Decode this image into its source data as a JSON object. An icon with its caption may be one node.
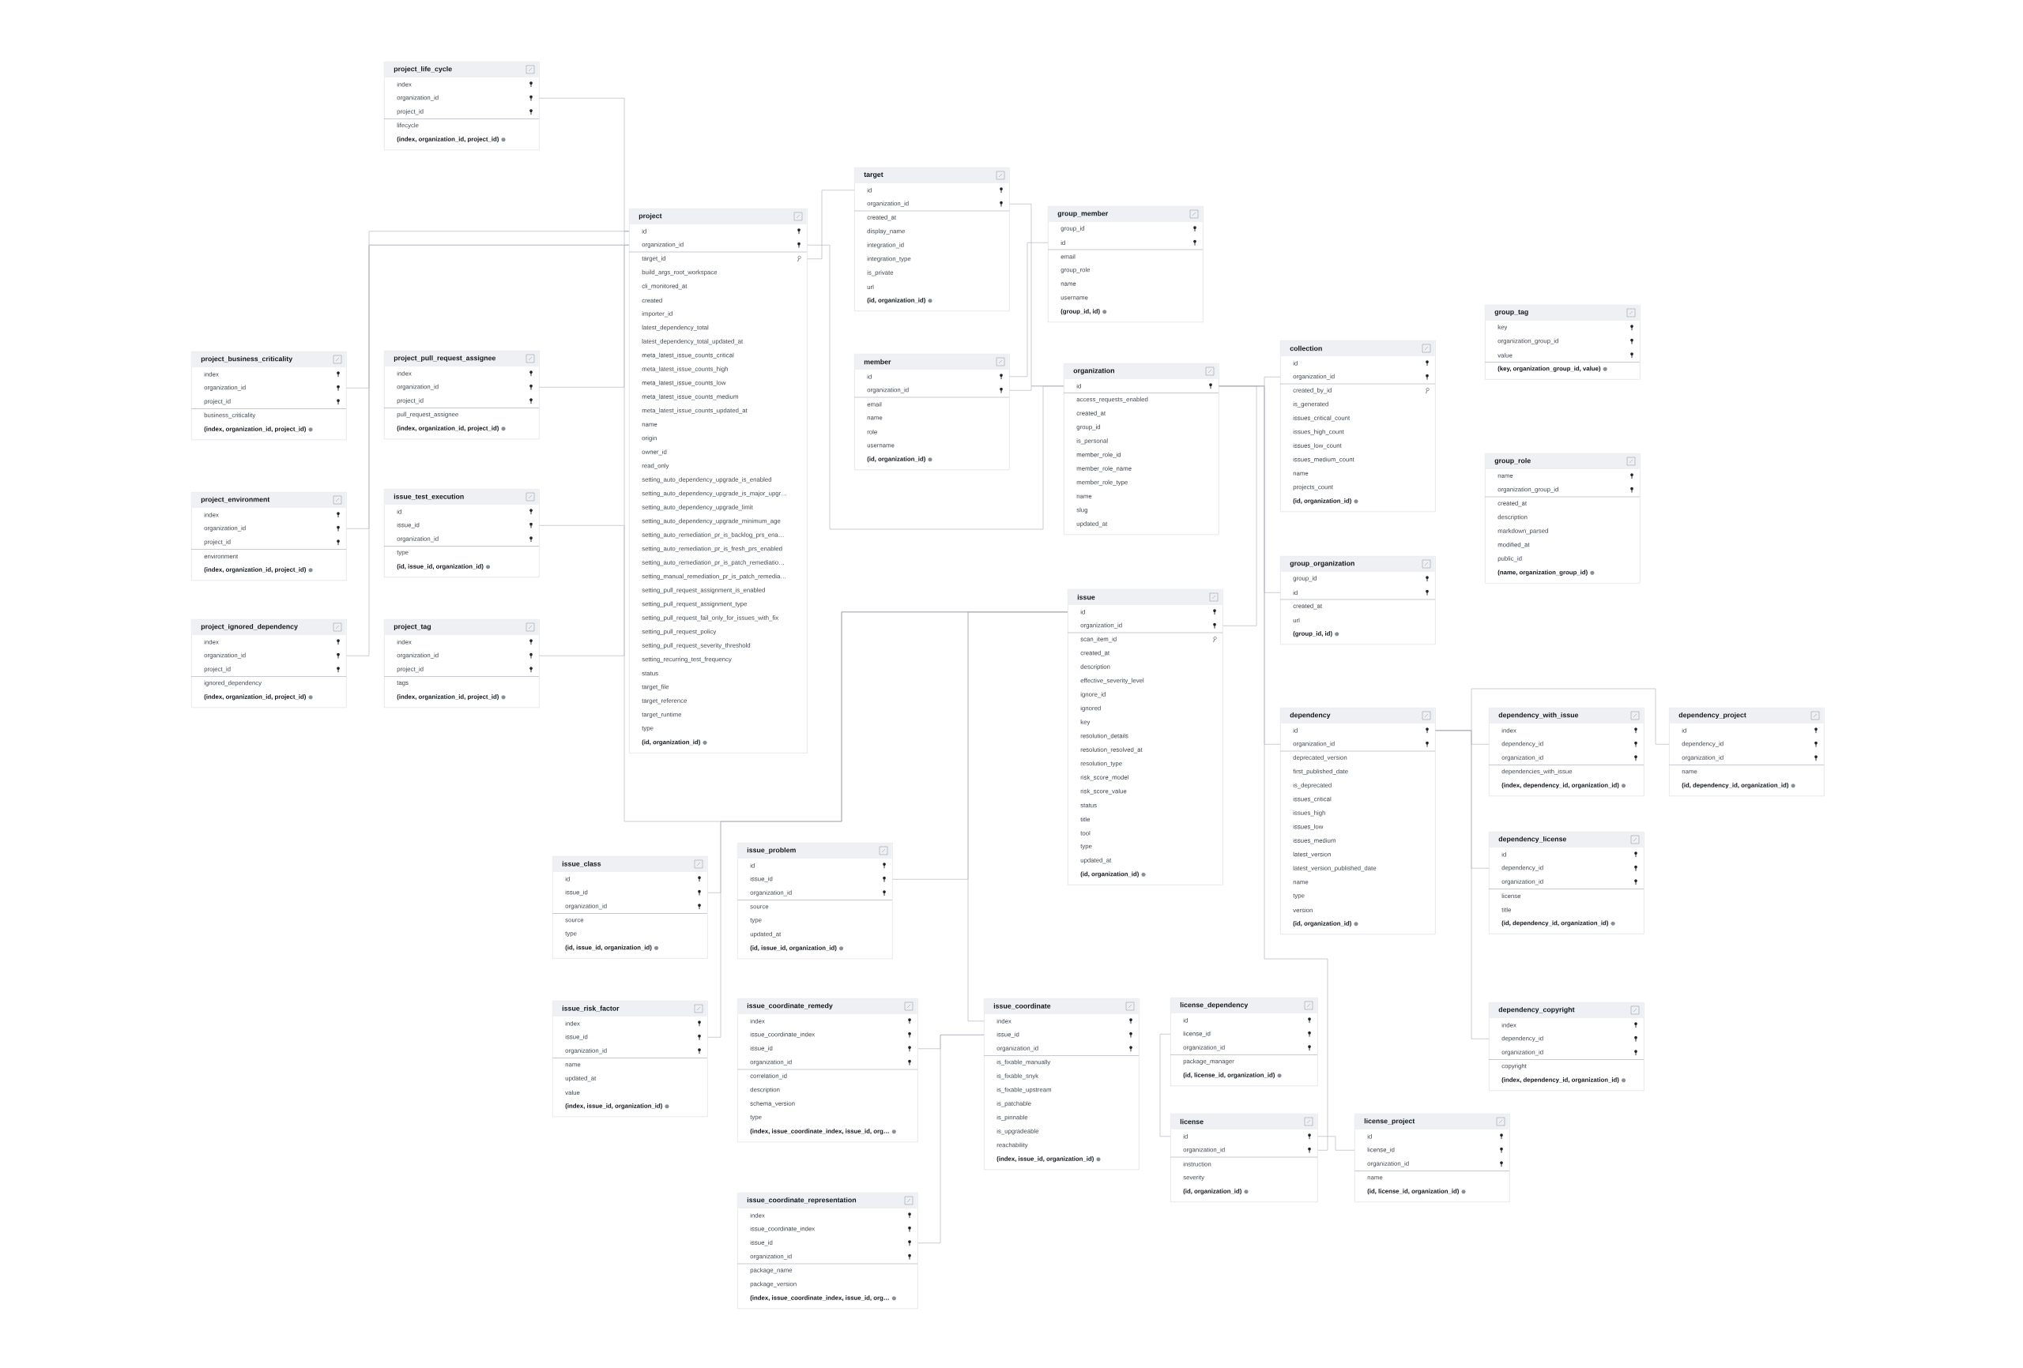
{
  "diagram": {
    "nodes": [
      {
        "text": [
          "project_life_cycle",
          "index",
          "organization_id",
          "project_id",
          "lifecycle",
          "(index, organization_id, project_id)"
        ]
      },
      {
        "text": [
          "target",
          "id",
          "organization_id",
          "created_at",
          "display_name",
          "integration_id",
          "integration_type",
          "is_private",
          "url",
          "(id, organization_id)"
        ]
      },
      {
        "text": [
          "group_member",
          "group_id",
          "id",
          "email",
          "group_role",
          "name",
          "username",
          "(group_id, id)"
        ]
      },
      {
        "text": [
          "project",
          "id",
          "organization_id",
          "target_id",
          "build_args_root_workspace",
          "cli_monitored_at",
          "created",
          "importer_id",
          "latest_dependency_total",
          "latest_dependency_total_updated_at",
          "meta_latest_issue_counts_critical",
          "meta_latest_issue_counts_high",
          "meta_latest_issue_counts_low",
          "meta_latest_issue_counts_medium",
          "meta_latest_issue_counts_updated_at",
          "name",
          "origin",
          "owner_id",
          "read_only",
          "setting_auto_dependency_upgrade_is_enabled",
          "setting_auto_dependency_upgrade_is_major_upgr…",
          "setting_auto_dependency_upgrade_limit",
          "setting_auto_dependency_upgrade_minimum_age",
          "setting_auto_remediation_pr_is_backlog_prs_ena…",
          "setting_auto_remediation_pr_is_fresh_prs_enabled",
          "setting_auto_remediation_pr_is_patch_remediatio…",
          "setting_manual_remediation_pr_is_patch_remedia…",
          "setting_pull_request_assignment_is_enabled",
          "setting_pull_request_assignment_type",
          "setting_pull_request_fail_only_for_issues_with_fix",
          "setting_pull_request_policy",
          "setting_pull_request_severity_threshold",
          "setting_recurring_test_frequency",
          "status",
          "target_file",
          "target_reference",
          "target_runtime",
          "type",
          "(id, organization_id)"
        ]
      },
      {
        "text": [
          "group_tag",
          "key",
          "organization_group_id",
          "value",
          "(key, organization_group_id, value)"
        ]
      },
      {
        "text": [
          "collection",
          "id",
          "organization_id",
          "created_by_id",
          "is_generated",
          "issues_critical_count",
          "issues_high_count",
          "issues_low_count",
          "issues_medium_count",
          "name",
          "projects_count",
          "(id, organization_id)"
        ]
      },
      {
        "text": [
          "project_pull_request_assignee",
          "index",
          "organization_id",
          "project_id",
          "pull_request_assignee",
          "(index, organization_id, project_id)"
        ]
      },
      {
        "text": [
          "project_business_criticality",
          "index",
          "organization_id",
          "project_id",
          "business_criticality",
          "(index, organization_id, project_id)"
        ]
      },
      {
        "text": [
          "member",
          "id",
          "organization_id",
          "email",
          "name",
          "role",
          "username",
          "(id, organization_id)"
        ]
      },
      {
        "text": [
          "organization",
          "id",
          "access_requests_enabled",
          "created_at",
          "group_id",
          "is_personal",
          "member_role_id",
          "member_role_name",
          "member_role_type",
          "name",
          "slug",
          "updated_at"
        ]
      },
      {
        "text": [
          "group_role",
          "name",
          "organization_group_id",
          "created_at",
          "description",
          "markdown_parsed",
          "modified_at",
          "public_id",
          "(name, organization_group_id)"
        ]
      },
      {
        "text": [
          "issue_test_execution",
          "id",
          "issue_id",
          "organization_id",
          "type",
          "(id, issue_id, organization_id)"
        ]
      },
      {
        "text": [
          "project_environment",
          "index",
          "organization_id",
          "project_id",
          "environment",
          "(index, organization_id, project_id)"
        ]
      },
      {
        "text": [
          "group_organization",
          "group_id",
          "id",
          "created_at",
          "url",
          "(group_id, id)"
        ]
      },
      {
        "text": [
          "issue",
          "id",
          "organization_id",
          "scan_item_id",
          "created_at",
          "description",
          "effective_severity_level",
          "ignore_id",
          "ignored",
          "key",
          "resolution_details",
          "resolution_resolved_at",
          "resolution_type",
          "risk_score_model",
          "risk_score_value",
          "status",
          "title",
          "tool",
          "type",
          "updated_at",
          "(id, organization_id)"
        ]
      },
      {
        "text": [
          "project_ignored_dependency",
          "index",
          "organization_id",
          "project_id",
          "ignored_dependency",
          "(index, organization_id, project_id)"
        ]
      },
      {
        "text": [
          "project_tag",
          "index",
          "organization_id",
          "project_id",
          "tags",
          "(index, organization_id, project_id)"
        ]
      },
      {
        "text": [
          "dependency",
          "id",
          "organization_id",
          "deprecated_version",
          "first_published_date",
          "is_deprecated",
          "issues_critical",
          "issues_high",
          "issues_low",
          "issues_medium",
          "latest_version",
          "latest_version_published_date",
          "name",
          "type",
          "version",
          "(id, organization_id)"
        ]
      },
      {
        "text": [
          "dependency_with_issue",
          "index",
          "dependency_id",
          "organization_id",
          "dependencies_with_issue",
          "(index, dependency_id, organization_id)"
        ]
      },
      {
        "text": [
          "dependency_project",
          "id",
          "dependency_id",
          "organization_id",
          "name",
          "(id, dependency_id, organization_id)"
        ]
      },
      {
        "text": [
          "dependency_license",
          "id",
          "dependency_id",
          "organization_id",
          "license",
          "title",
          "(id, dependency_id, organization_id)"
        ]
      },
      {
        "text": [
          "issue_problem",
          "id",
          "issue_id",
          "organization_id",
          "source",
          "type",
          "updated_at",
          "(id, issue_id, organization_id)"
        ]
      },
      {
        "text": [
          "issue_class",
          "id",
          "issue_id",
          "organization_id",
          "source",
          "type",
          "(id, issue_id, organization_id)"
        ]
      },
      {
        "text": [
          "issue_coordinate_remedy",
          "index",
          "issue_coordinate_index",
          "issue_id",
          "organization_id",
          "correlation_id",
          "description",
          "schema_version",
          "type",
          "(index, issue_coordinate_index, issue_id, org…"
        ]
      },
      {
        "text": [
          "issue_coordinate",
          "index",
          "issue_id",
          "organization_id",
          "is_fixable_manually",
          "is_fixable_snyk",
          "is_fixable_upstream",
          "is_patchable",
          "is_pinnable",
          "is_upgradeable",
          "reachability",
          "(index, issue_id, organization_id)"
        ]
      },
      {
        "text": [
          "issue_risk_factor",
          "index",
          "issue_id",
          "organization_id",
          "name",
          "updated_at",
          "value",
          "(index, issue_id, organization_id)"
        ]
      },
      {
        "text": [
          "license_dependency",
          "id",
          "license_id",
          "organization_id",
          "package_manager",
          "(id, license_id, organization_id)"
        ]
      },
      {
        "text": [
          "dependency_copyright",
          "index",
          "dependency_id",
          "organization_id",
          "copyright",
          "(index, dependency_id, organization_id)"
        ]
      },
      {
        "text": [
          "license",
          "id",
          "organization_id",
          "instruction",
          "severity",
          "(id, organization_id)"
        ]
      },
      {
        "text": [
          "license_project",
          "id",
          "license_id",
          "organization_id",
          "name",
          "(id, license_id, organization_id)"
        ]
      },
      {
        "text": [
          "issue_coordinate_representation",
          "index",
          "issue_coordinate_index",
          "issue_id",
          "organization_id",
          "package_name",
          "package_version",
          "(index, issue_coordinate_index, issue_id, org…"
        ]
      }
    ],
    "edges": [
      {
        "from": 0,
        "to": 3,
        "arrow": "none"
      },
      {
        "from": 7,
        "to": 3,
        "arrow": "none"
      },
      {
        "from": 6,
        "to": 3,
        "arrow": "none"
      },
      {
        "from": 12,
        "to": 3,
        "arrow": "none"
      },
      {
        "from": 15,
        "to": 3,
        "arrow": "none"
      },
      {
        "from": 16,
        "to": 3,
        "arrow": "none"
      },
      {
        "from": 11,
        "to": 14,
        "arrow": "none"
      },
      {
        "from": 3,
        "to": 1,
        "arrow": "none"
      },
      {
        "from": 3,
        "to": 9,
        "arrow": "none"
      },
      {
        "from": 1,
        "to": 9,
        "arrow": "none"
      },
      {
        "from": 8,
        "to": 9,
        "arrow": "none"
      },
      {
        "from": 2,
        "to": 8,
        "arrow": "none"
      },
      {
        "from": 5,
        "to": 9,
        "arrow": "none"
      },
      {
        "from": 13,
        "to": 9,
        "arrow": "none"
      },
      {
        "from": 14,
        "to": 9,
        "arrow": "none"
      },
      {
        "from": 17,
        "to": 9,
        "arrow": "none"
      },
      {
        "from": 18,
        "to": 17,
        "arrow": "none"
      },
      {
        "from": 19,
        "to": 17,
        "arrow": "none"
      },
      {
        "from": 20,
        "to": 17,
        "arrow": "none"
      },
      {
        "from": 27,
        "to": 17,
        "arrow": "none"
      },
      {
        "from": 24,
        "to": 14,
        "arrow": "none"
      },
      {
        "from": 21,
        "to": 14,
        "arrow": "none"
      },
      {
        "from": 23,
        "to": 24,
        "arrow": "none"
      },
      {
        "from": 30,
        "to": 24,
        "arrow": "none"
      },
      {
        "from": 22,
        "to": 14,
        "arrow": "none"
      },
      {
        "from": 25,
        "to": 14,
        "arrow": "none"
      },
      {
        "from": 26,
        "to": 28,
        "arrow": "none"
      },
      {
        "from": 29,
        "to": 28,
        "arrow": "none"
      },
      {
        "from": 28,
        "to": 9,
        "arrow": "none"
      }
    ]
  }
}
